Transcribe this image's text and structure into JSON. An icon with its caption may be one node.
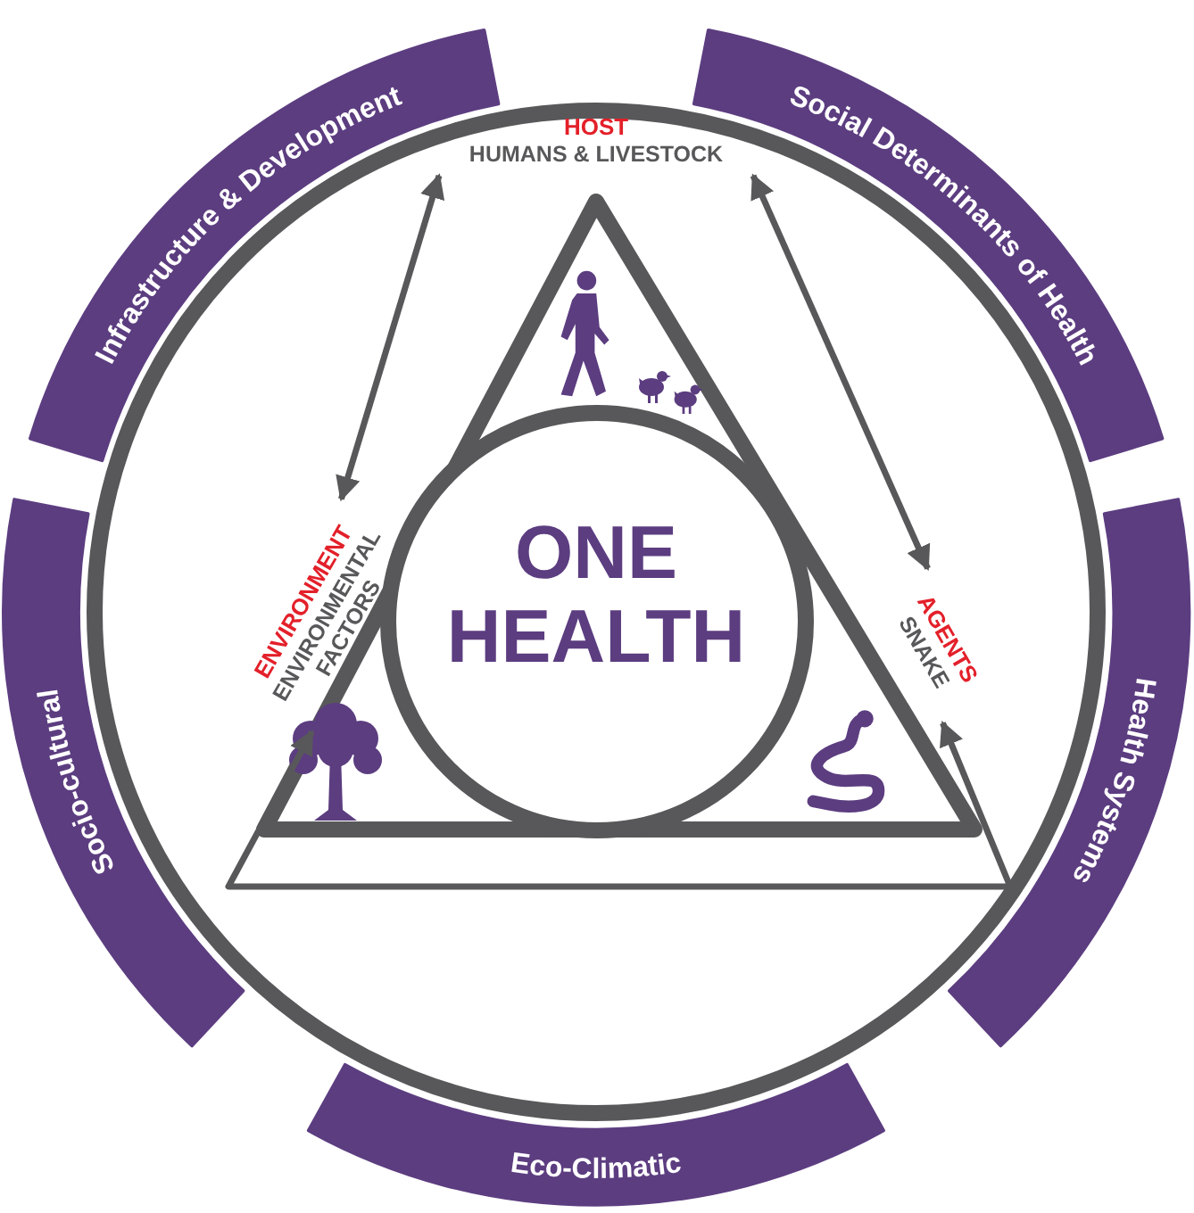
{
  "diagram": {
    "nodes": [
      {
        "text": [
          "Infrastructure & Development"
        ]
      },
      {
        "text": [
          "Social Determinants of Health"
        ]
      },
      {
        "text": [
          "HOST",
          "HUMANS & LIVESTOCK"
        ]
      },
      {
        "text": [
          "Socio-cultural"
        ]
      },
      {
        "text": [
          "ENVIRONMENT",
          "ENVIRONMENTAL FACTORS"
        ]
      },
      {
        "text": [
          "ONE HEALTH"
        ]
      },
      {
        "text": [
          "AGENTS",
          "SNAKE"
        ]
      },
      {
        "text": [
          "Health Systems"
        ]
      },
      {
        "text": [
          "Eco-Climatic"
        ]
      }
    ],
    "edges": [
      {
        "from": 2,
        "to": 4,
        "arrow": "both"
      },
      {
        "from": 2,
        "to": 6,
        "arrow": "both"
      },
      {
        "from": 4,
        "to": 6,
        "arrow": "both"
      }
    ]
  }
}
